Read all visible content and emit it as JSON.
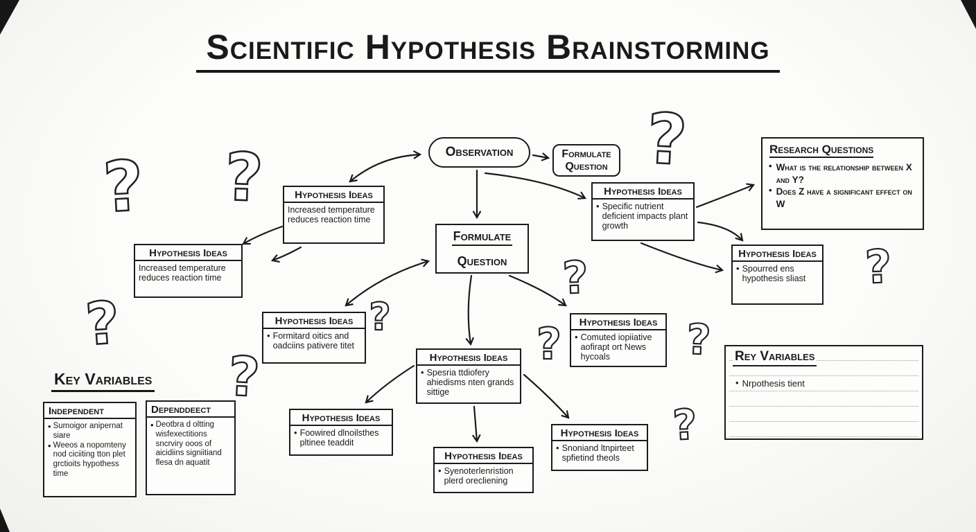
{
  "title": "Scientific Hypothesis Brainstorming",
  "nodes": {
    "observation": {
      "label": "Observation"
    },
    "formulate_question_top": {
      "label": "Formulate Question"
    },
    "formulate_question_center": {
      "line1": "Formulate",
      "line2": "Question"
    },
    "research_questions": {
      "title": "Research Questions",
      "bullets": [
        "What is the relationship between X and Y?",
        "Does Z have a significant effect on W"
      ]
    }
  },
  "hypothesis_boxes": [
    {
      "title": "Hypothesis Ideas",
      "body": "Increased temperature reduces reaction time"
    },
    {
      "title": "Hypothesis Ideas",
      "body": "Increased temperature reduces reaction time"
    },
    {
      "title": "Hypothesis Ideas",
      "body": "Specific nutrient deficient impacts plant growth"
    },
    {
      "title": "Hypothesis Ideas",
      "body": "Spourred ens hypothesis sliast"
    },
    {
      "title": "Hypothesis Ideas",
      "body": "Formitard oitics and oadciins pativere titet"
    },
    {
      "title": "Hypothesis Ideas",
      "body": "Spesria ttdiofery ahiedisms nten grands sittige"
    },
    {
      "title": "Hypothesis Ideas",
      "body": "Comuted iopiiative aofirapt ort News hycoals"
    },
    {
      "title": "Hypothesis Ideas",
      "body": "Foowired dlnoilsthes pltinee teaddit"
    },
    {
      "title": "Hypothesis Ideas",
      "body": "Syenoterlenristion plerd orecliening"
    },
    {
      "title": "Hypothesis Ideas",
      "body": "Snoniand ltnpirteet spfietind theols"
    }
  ],
  "key_variables": {
    "heading": "Key Variables",
    "independent": {
      "title": "Independent",
      "bullets": [
        "Sumoigor anipernat siare",
        "Weeos a nopomteny nod ciciiting tton plet grctioits hypothess time"
      ]
    },
    "dependent": {
      "title": "Dependdeect",
      "bullets": [
        "Deotbra d oltting wisfexectitions sncrviry ooos of aicidiins signiitiand flesa dn aquatit"
      ]
    }
  },
  "key_variables_panel": {
    "title": "Rey Variables",
    "bullets": [
      "Nrpothesis tient"
    ]
  },
  "icons": {
    "question_mark": "?",
    "bullet": "•"
  },
  "colors": {
    "ink": "#1a1a1a",
    "background": "#f4f4f1",
    "box_fill": "#fdfdfc"
  }
}
